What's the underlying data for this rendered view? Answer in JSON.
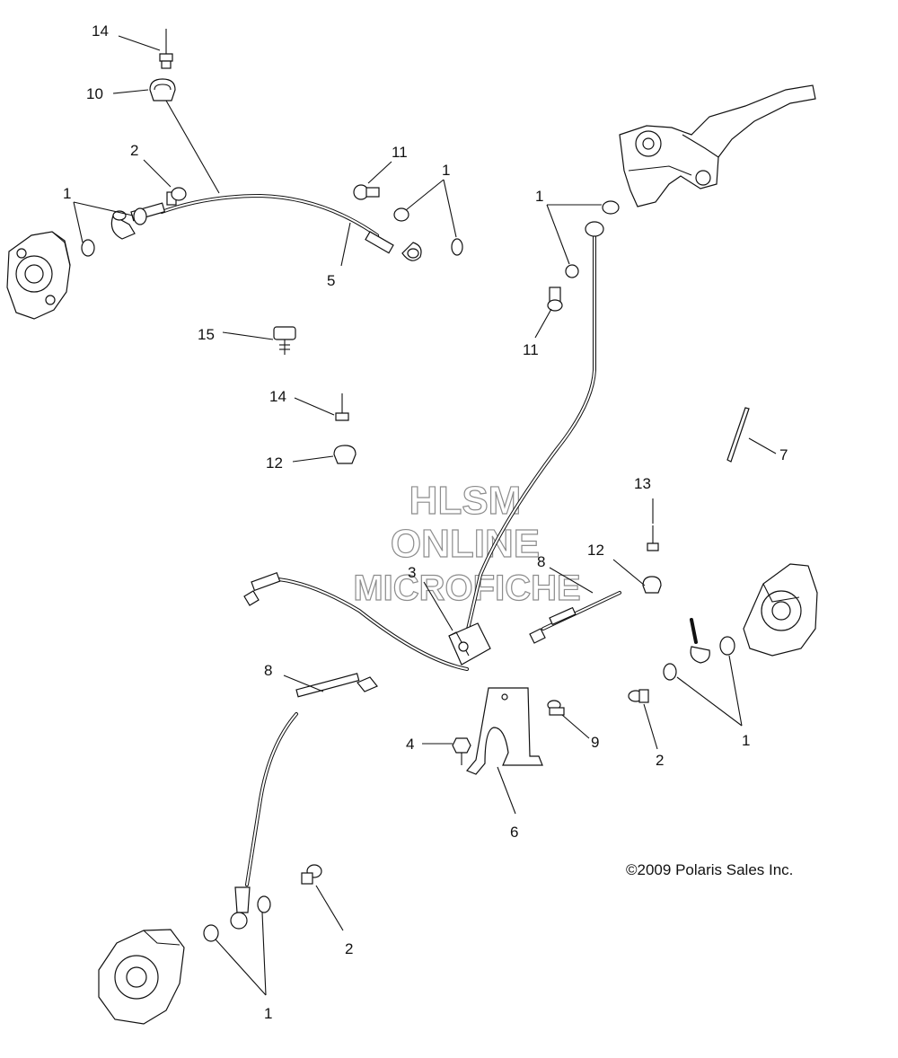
{
  "diagram": {
    "callouts": {
      "c14a": "14",
      "c10": "10",
      "c2a": "2",
      "c1a": "1",
      "c5": "5",
      "c11a": "11",
      "c1b": "1",
      "c1c": "1",
      "c11b": "11",
      "c15": "15",
      "c14b": "14",
      "c12a": "12",
      "c7": "7",
      "c13": "13",
      "c12b": "12",
      "c3": "3",
      "c8a": "8",
      "c8b": "8",
      "c4": "4",
      "c9": "9",
      "c2b": "2",
      "c1d": "1",
      "c6": "6",
      "c2c": "2",
      "c1e": "1"
    },
    "watermark": {
      "line1": "HLSM",
      "line2": "ONLINE",
      "line3": "MICROFICHE"
    },
    "copyright": "©2009 Polaris Sales Inc."
  }
}
